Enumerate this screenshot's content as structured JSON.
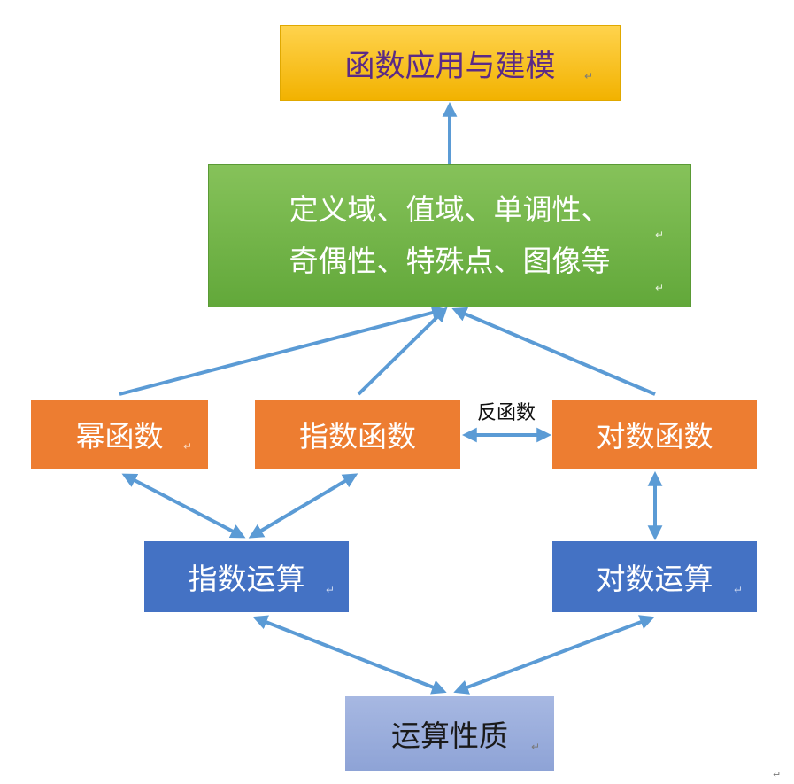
{
  "nodes": {
    "top": "函数应用与建模",
    "mid_line1": "定义域、值域、单调性、",
    "mid_line2": "奇偶性、特殊点、图像等",
    "power": "幂函数",
    "exp": "指数函数",
    "log": "对数函数",
    "exp_op": "指数运算",
    "log_op": "对数运算",
    "prop": "运算性质"
  },
  "edge_labels": {
    "inverse": "反函数"
  },
  "marks": {
    "paragraph": "↵"
  },
  "colors": {
    "arrow": "#5b9bd5",
    "top_box": "#ffc000",
    "mid_box": "#70ad47",
    "orange_box": "#ed7d31",
    "blue_box": "#4472c4",
    "bottom_box": "#8ea3d6"
  }
}
